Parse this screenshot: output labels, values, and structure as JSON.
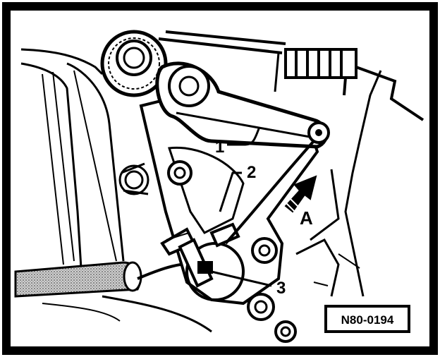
{
  "diagram": {
    "callouts": {
      "c1": "1",
      "c2": "2",
      "c3": "3",
      "arrow_a": "A"
    },
    "reference_code": "N80-0194",
    "colors": {
      "ink": "#000000",
      "paper": "#ffffff",
      "hatch_fill": "#bdbdbd"
    }
  }
}
